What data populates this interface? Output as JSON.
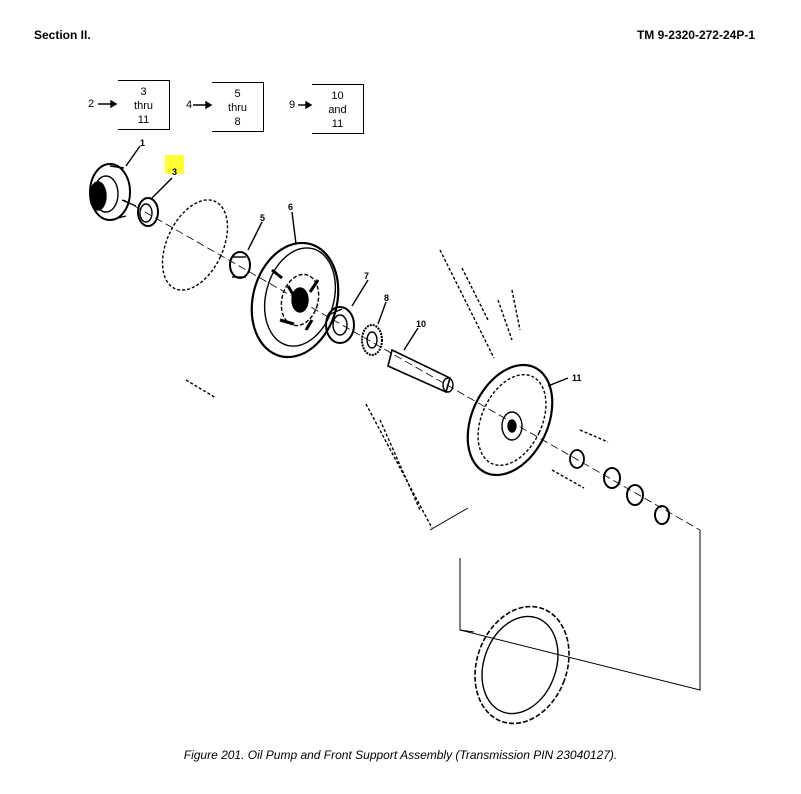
{
  "header": {
    "section": "Section II.",
    "tm_number": "TM 9-2320-272-24P-1"
  },
  "group_boxes": [
    {
      "index": "2",
      "lines": [
        "3",
        "thru",
        "11"
      ]
    },
    {
      "index": "4",
      "lines": [
        "5",
        "thru",
        "8"
      ]
    },
    {
      "index": "9",
      "lines": [
        "10",
        "and",
        "11"
      ]
    }
  ],
  "callouts": {
    "c1": "1",
    "c3": "3",
    "c5": "5",
    "c6": "6",
    "c7": "7",
    "c8": "8",
    "c10": "10",
    "c11": "11"
  },
  "highlight_color": "#ffff33",
  "caption": "Figure 201.  Oil Pump and Front Support Assembly (Transmission PIN 23040127)."
}
